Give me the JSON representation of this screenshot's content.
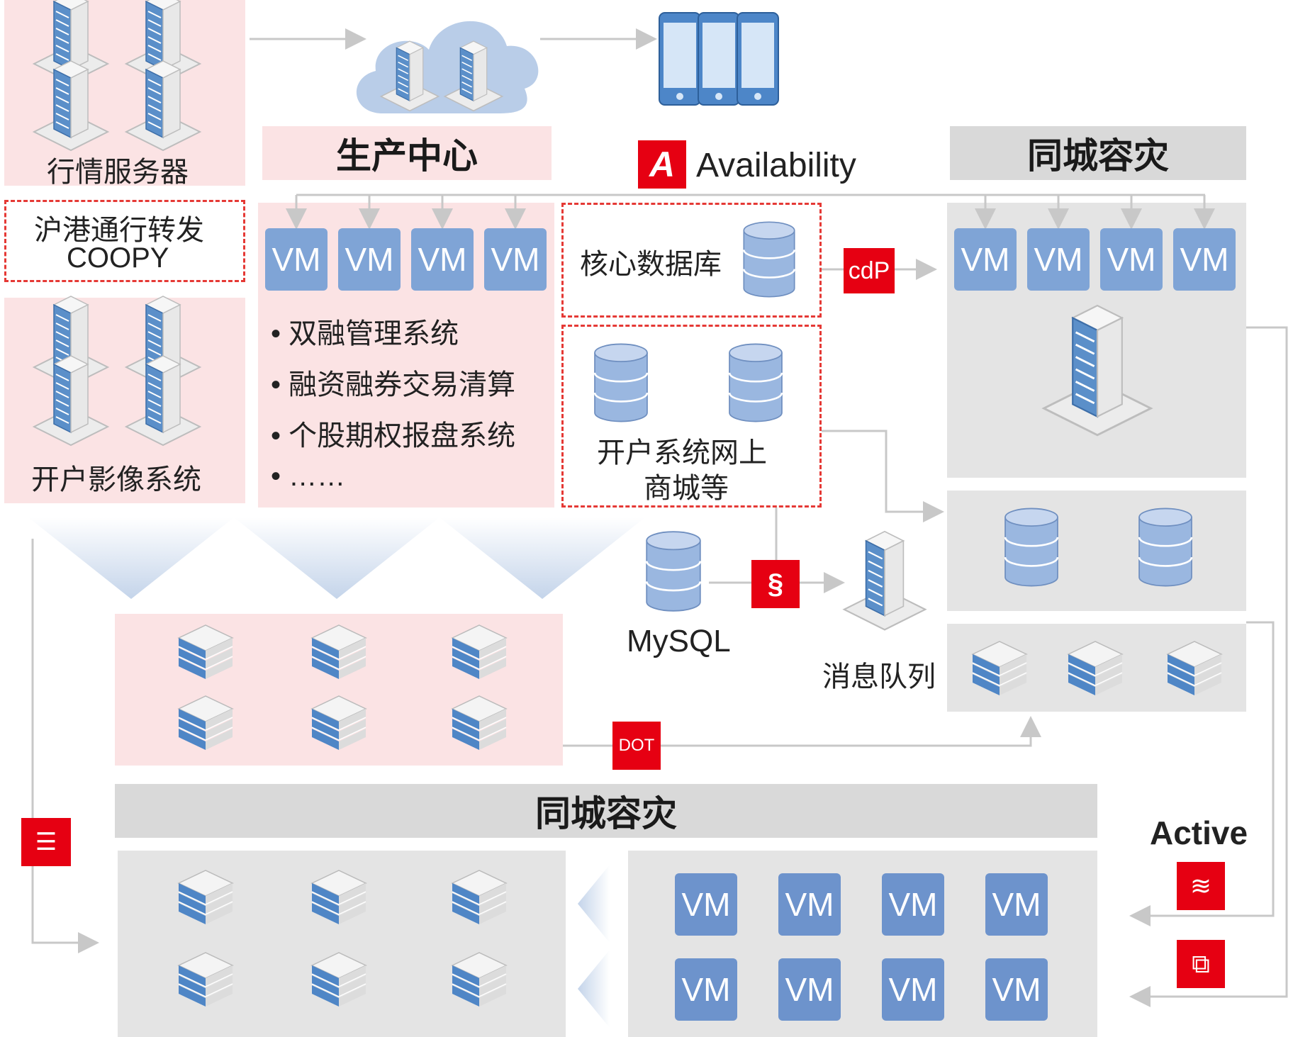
{
  "left": {
    "market_server_label": "行情服务器",
    "coopy_line1": "沪港通行转发",
    "coopy_line2": "COOPY",
    "imaging_label": "开户影像系统"
  },
  "production": {
    "title": "生产中心",
    "vm_label": "VM",
    "items": [
      "双融管理系统",
      "融资融券交易清算",
      "个股期权报盘系统",
      "……"
    ]
  },
  "availability": {
    "logo_letter": "A",
    "label": "Availability"
  },
  "core_db": {
    "label": "核心数据库"
  },
  "online": {
    "line1": "开户系统网上",
    "line2": "商城等"
  },
  "mysql": {
    "label": "MySQL"
  },
  "mq": {
    "label": "消息队列"
  },
  "tags": {
    "cdp": "cdP",
    "dot": "DOT",
    "active": "Active"
  },
  "dr_top": {
    "title": "同城容灾"
  },
  "dr_bottom": {
    "title": "同城容灾"
  },
  "colors": {
    "red": "#e60012",
    "vm_blue": "#7fa4d6",
    "pink": "#fbe3e4",
    "gray": "#e4e4e4"
  }
}
